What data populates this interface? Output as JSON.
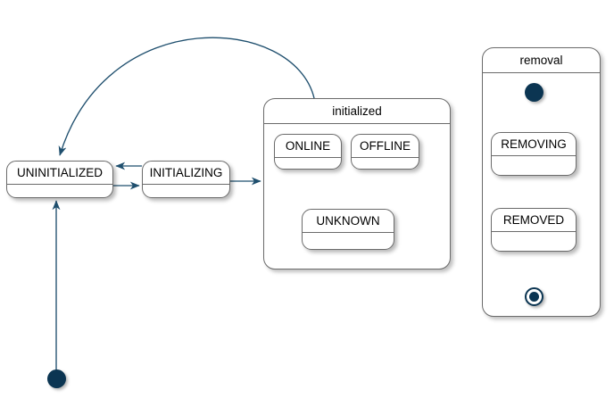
{
  "diagram": {
    "type": "uml-state-machine",
    "colors": {
      "edge": "#1f4f6e",
      "node_fill": "#ffffff",
      "node_border": "#6b6b6b",
      "pseudostate": "#0b3552",
      "background": "#ffffff"
    }
  },
  "states": {
    "uninitialized": {
      "label": "UNINITIALIZED"
    },
    "initializing": {
      "label": "INITIALIZING"
    },
    "online": {
      "label": "ONLINE"
    },
    "offline": {
      "label": "OFFLINE"
    },
    "unknown": {
      "label": "UNKNOWN"
    },
    "removing": {
      "label": "REMOVING"
    },
    "removed": {
      "label": "REMOVED"
    }
  },
  "composites": {
    "initialized": {
      "label": "initialized"
    },
    "removal": {
      "label": "removal"
    }
  },
  "pseudostates": {
    "main_start": {
      "label": "initial-state"
    },
    "removal_start": {
      "label": "initial-state"
    },
    "removal_end": {
      "label": "final-state"
    }
  },
  "transitions": [
    {
      "from": "main_start",
      "to": "uninitialized",
      "label": ""
    },
    {
      "from": "uninitialized",
      "to": "initializing",
      "label": ""
    },
    {
      "from": "initializing",
      "to": "uninitialized",
      "label": ""
    },
    {
      "from": "initializing",
      "to": "initialized",
      "label": ""
    },
    {
      "from": "initialized",
      "to": "uninitialized",
      "label": ""
    },
    {
      "from": "online",
      "to": "offline",
      "label": ""
    },
    {
      "from": "offline",
      "to": "online",
      "label": ""
    },
    {
      "from": "online",
      "to": "unknown",
      "label": ""
    },
    {
      "from": "unknown",
      "to": "online",
      "label": ""
    },
    {
      "from": "offline",
      "to": "unknown",
      "label": ""
    },
    {
      "from": "unknown",
      "to": "offline",
      "label": ""
    },
    {
      "from": "removal_start",
      "to": "removing",
      "label": ""
    },
    {
      "from": "removing",
      "to": "removed",
      "label": ""
    },
    {
      "from": "removed",
      "to": "removal_end",
      "label": ""
    }
  ]
}
